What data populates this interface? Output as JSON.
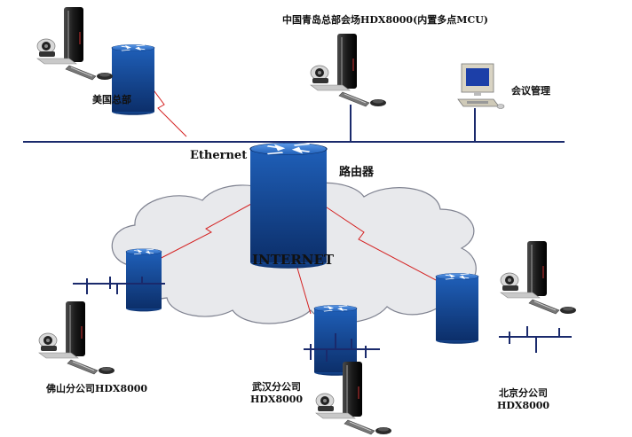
{
  "labels": {
    "us_hq": "美国总部",
    "qingdao_hq": "中国青岛总部会场HDX8000(内置多点MCU)",
    "mgmt": "会议管理",
    "ethernet": "Ethernet",
    "router": "路由器",
    "internet": "INTERNET",
    "foshan": "佛山分公司HDX8000",
    "wuhan_line1": "武汉分公司",
    "wuhan_line2": "HDX8000",
    "beijing_line1": "北京分公司",
    "beijing_line2": "HDX8000"
  },
  "colors": {
    "cloud_fill": "#e8e9ec",
    "cloud_stroke": "#7f8290",
    "router_blue": "#1f5fb8",
    "wan_link": "#d42020",
    "ethernet_bus": "#1a2a6c",
    "codec_dark": "#202020"
  },
  "icons": [
    "router-icon",
    "video-codec-icon",
    "pc-terminal-icon",
    "lan-bus-icon",
    "cloud-icon"
  ]
}
